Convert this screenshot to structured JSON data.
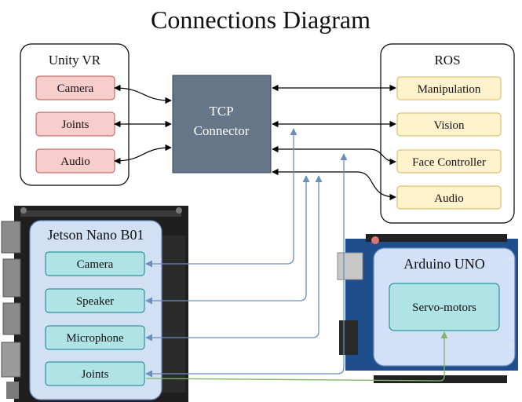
{
  "title": "Connections Diagram",
  "unity": {
    "label": "Unity VR",
    "items": [
      "Camera",
      "Joints",
      "Audio"
    ]
  },
  "tcp": {
    "line1": "TCP",
    "line2": "Connector"
  },
  "ros": {
    "label": "ROS",
    "items": [
      "Manipulation",
      "Vision",
      "Face Controller",
      "Audio"
    ]
  },
  "jetson": {
    "label": "Jetson Nano B01",
    "items": [
      "Camera",
      "Speaker",
      "Microphone",
      "Joints"
    ]
  },
  "arduino": {
    "label": "Arduino UNO",
    "items": [
      "Servo-motors"
    ]
  },
  "colors": {
    "unity_fill": "#f6cccc",
    "unity_stroke": "#b85450",
    "ros_fill": "#fff2cc",
    "ros_stroke": "#d6b656",
    "tcp_fill": "#647687",
    "tcp_stroke": "#314354",
    "panel_fill": "#dae8fc",
    "panel_stroke": "#6c8ebf",
    "teal_fill": "#b0e3e6",
    "teal_stroke": "#0e8088",
    "blue_line": "#6c8ebf",
    "green_line": "#82b366",
    "board_black": "#1f1f1f",
    "board_blue": "#1f4e8c"
  }
}
